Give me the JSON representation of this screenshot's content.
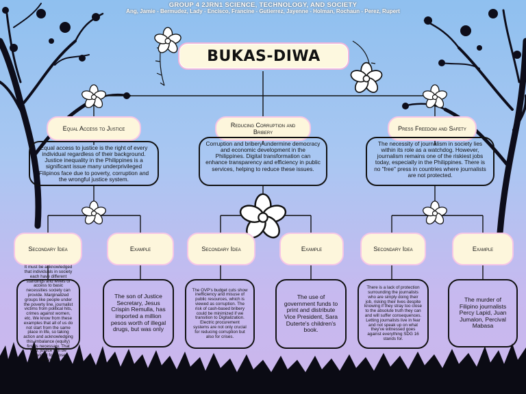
{
  "header": {
    "group_line": "GROUP 4 2JRN1 SCIENCE, TECHNOLOGY, AND SOCIETY",
    "members_line": "Ang, Jamie - Bermudez, Lady - Encisco, Francine - Gutierrez, Jayenne - Holman, Rochaun - Perez, Rupert"
  },
  "title": "BUKAS-DIWA",
  "branches": [
    {
      "heading": "Equal Access to Justice",
      "body": "Equal access to justice is the right of every individual regardless of their background. Justice inequality in the Philippines is a significant issue many underprivileged Filipinos face due to poverty, corruption and the wrongful justice system.",
      "secondary_label": "Secondary Idea",
      "secondary_text": "It must be acknowledged that individuals in society each have different standings and levels of access to basic necessities society can provide. Marginalized groups like people under the poverty line, journalist victims from political hits, crimes against women, etc. We know from these examples that all of us do not start from the same place in life, so taking action and acknowledging this imbalance (equity) first is necessary. That way, justice can be provided for those victims.",
      "example_label": "Example",
      "example_text": "The son of Justice Secretary, Jesus Crispin Remulla, has imported a million pesos worth of illegal drugs, but was only"
    },
    {
      "heading": "Reducing Corruption and Bribery",
      "body": "Corruption and bribery undermine democracy and economic development in the Philippines. Digital transformation can enhance transparency and efficiency in public services, helping to reduce these issues.",
      "secondary_label": "Secondary Idea",
      "secondary_text": "The OVP's budget cuts show inefficiency and misuse of public resources, which is viewed as corruption. The risk of cash-based bribery could be minimized if we transition to Digitalization. Electric procurement systems are not only crucial for reducing corruption but also for crises.",
      "example_label": "Example",
      "example_text": "The use of government funds to print and distribute Vice President, Sara Duterte's children's book."
    },
    {
      "heading": "Press Freedom and Safety",
      "body": "The necessity of journalism in society lies within its role as a watchdog. However, journalism remains one of the riskiest jobs today, especially in the Philippines. There is no \"free\" press in countries where journalists are not protected.",
      "secondary_label": "Secondary Idea",
      "secondary_text": "There is a lack of protection surrounding the journalists who are simply doing their job, risking their lives despite knowing if they stray too close to the absolute truth they can and will suffer consequences. Letting journalists live in fear and not speak up on what they've witnessed goes against everything SDG 16 stands for.",
      "example_label": "Example",
      "example_text": "The murder of Filipino journalists Percy Lapid, Juan Jumalon, Percival Mabasa"
    }
  ]
}
